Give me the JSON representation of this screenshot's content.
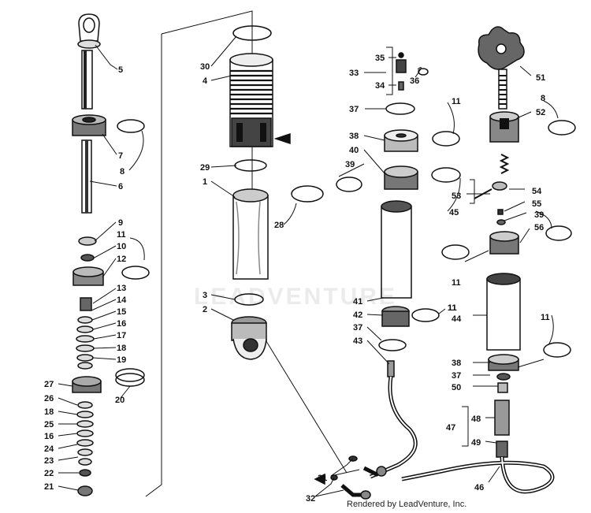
{
  "diagram": {
    "labels": [
      "1",
      "2",
      "3",
      "4",
      "5",
      "6",
      "7",
      "8",
      "9",
      "10",
      "11",
      "12",
      "13",
      "14",
      "15",
      "16",
      "17",
      "18",
      "19",
      "20",
      "21",
      "22",
      "23",
      "24",
      "25",
      "26",
      "27",
      "28",
      "29",
      "30",
      "31",
      "32",
      "33",
      "34",
      "35",
      "36",
      "37",
      "38",
      "39",
      "40",
      "41",
      "42",
      "43",
      "44",
      "45",
      "46",
      "47",
      "48",
      "49",
      "50",
      "51",
      "52",
      "53",
      "54",
      "55",
      "56"
    ]
  },
  "watermark": {
    "text": "LEADVENTURE"
  },
  "footer": {
    "text": "Rendered by LeadVenture, Inc."
  }
}
